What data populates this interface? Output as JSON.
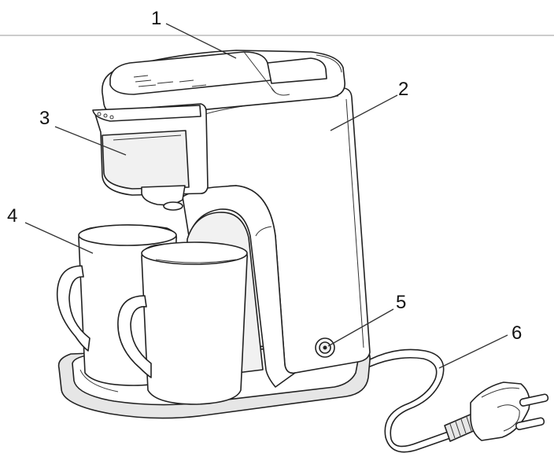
{
  "callouts": [
    {
      "id": "1",
      "label": "1"
    },
    {
      "id": "2",
      "label": "2"
    },
    {
      "id": "3",
      "label": "3"
    },
    {
      "id": "4",
      "label": "4"
    },
    {
      "id": "5",
      "label": "5"
    },
    {
      "id": "6",
      "label": "6"
    }
  ],
  "colors": {
    "line": "#222222",
    "fill": "#ffffff",
    "shade": "#f1f1f1",
    "rule": "#cccccc"
  }
}
